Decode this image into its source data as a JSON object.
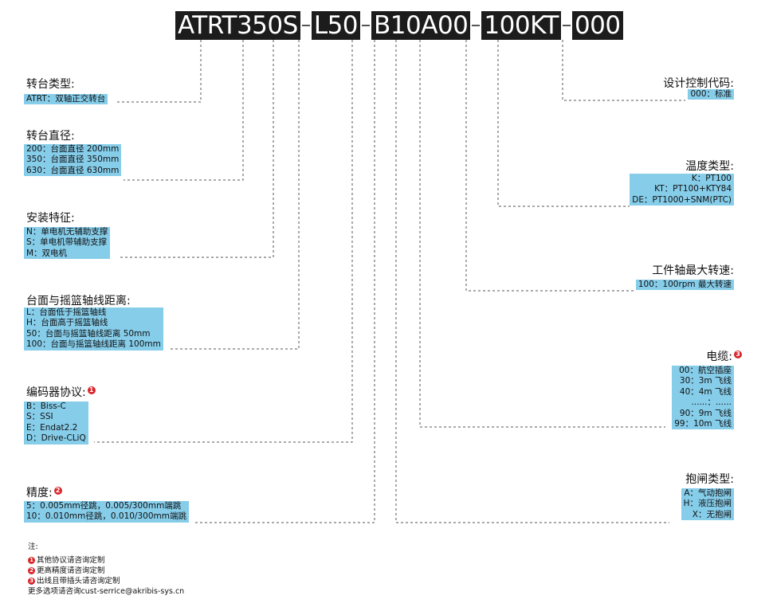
{
  "code": {
    "segments": [
      "ATRT350S",
      "L50",
      "B10A00",
      "100KT",
      "000"
    ]
  },
  "left_sections": [
    {
      "title": "转台类型:",
      "note": "",
      "lines": [
        "ATRT：双轴正交转台"
      ]
    },
    {
      "title": "转台直径:",
      "note": "",
      "lines": [
        "200：台面直径 200mm",
        "350：台面直径 350mm",
        "630：台面直径 630mm"
      ]
    },
    {
      "title": "安装特征:",
      "note": "",
      "lines": [
        "N：单电机无辅助支撑",
        "S：单电机带辅助支撑",
        "M：双电机"
      ]
    },
    {
      "title": "台面与摇篮轴线距离:",
      "note": "",
      "lines": [
        "L：台面低于摇篮轴线",
        "H：台面高于摇篮轴线",
        "50：台面与摇篮轴线距离 50mm",
        "100：台面与摇篮轴线距离 100mm"
      ]
    },
    {
      "title": "编码器协议:",
      "note": "1",
      "lines": [
        "B：Biss-C",
        "S：SSI",
        "E：Endat2.2",
        "D：Drive-CLiQ"
      ]
    },
    {
      "title": "精度:",
      "note": "2",
      "lines": [
        "5：0.005mm径跳，0.005/300mm端跳",
        "10：0.010mm径跳，0.010/300mm端跳"
      ]
    }
  ],
  "right_sections": [
    {
      "title": "设计控制代码:",
      "note": "",
      "lines": [
        "000：标准"
      ]
    },
    {
      "title": "温度类型:",
      "note": "",
      "lines": [
        "K：PT100",
        "KT：PT100+KTY84",
        "DE：PT1000+SNM(PTC)"
      ]
    },
    {
      "title": "工件轴最大转速:",
      "note": "",
      "lines": [
        "100：100rpm 最大转速"
      ]
    },
    {
      "title": "电缆:",
      "note": "3",
      "lines": [
        "00：航空插座",
        "30：3m 飞线",
        "40：4m 飞线",
        "......：......",
        "90：9m 飞线",
        "99：10m 飞线"
      ]
    },
    {
      "title": "抱闸类型:",
      "note": "",
      "lines": [
        "A：气动抱闸",
        "H：液压抱闸",
        "X：无抱闸"
      ]
    }
  ],
  "notes": {
    "heading": "注:",
    "items": [
      {
        "num": "1",
        "text": "其他协议请咨询定制"
      },
      {
        "num": "2",
        "text": "更高精度请咨询定制"
      },
      {
        "num": "3",
        "text": "出线且带插头请咨询定制"
      }
    ],
    "footer": "更多选项请咨询cust-serrice@akribis-sys.cn"
  },
  "colors": {
    "box": "#86cdea",
    "code_bg": "#1c1c1c",
    "note_badge": "#d9262b"
  }
}
